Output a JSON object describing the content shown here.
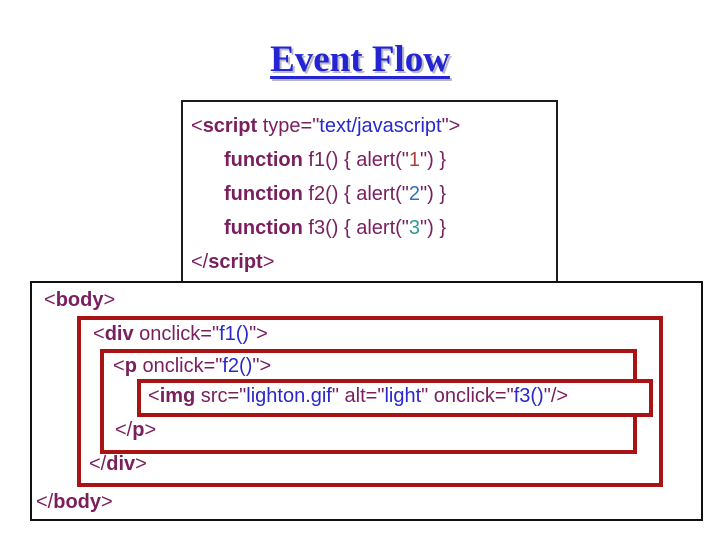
{
  "slide": {
    "title": "Event Flow"
  },
  "colors": {
    "title": "#2424d2",
    "code-tag": "#7a1f5e",
    "code-value": "#2828cc",
    "alert-1": "#b04040",
    "alert-2": "#2e6fc0",
    "alert-3": "#2e9b93",
    "nest-border": "#a81414"
  },
  "script_box": {
    "lines": [
      [
        [
          "m",
          "<"
        ],
        [
          "k",
          "script"
        ],
        [
          "m",
          " type=\""
        ],
        [
          "v",
          "text/javascript"
        ],
        [
          "m",
          "\">"
        ]
      ],
      [
        [
          "k",
          "function"
        ],
        [
          "m",
          " f1() { alert(\""
        ],
        [
          "n1",
          "1"
        ],
        [
          "m",
          "\") }"
        ]
      ],
      [
        [
          "k",
          "function"
        ],
        [
          "m",
          " f2() { alert(\""
        ],
        [
          "n2",
          "2"
        ],
        [
          "m",
          "\") }"
        ]
      ],
      [
        [
          "k",
          "function"
        ],
        [
          "m",
          " f3() { alert(\""
        ],
        [
          "n3",
          "3"
        ],
        [
          "m",
          "\") }"
        ]
      ],
      [
        [
          "m",
          "</"
        ],
        [
          "k",
          "script"
        ],
        [
          "m",
          ">"
        ]
      ]
    ]
  },
  "body_box": {
    "open_tokens": [
      [
        "m",
        "<"
      ],
      [
        "k",
        "body"
      ],
      [
        "m",
        ">"
      ]
    ],
    "close_tokens": [
      [
        "m",
        "</"
      ],
      [
        "k",
        "body"
      ],
      [
        "m",
        ">"
      ]
    ],
    "div": {
      "open_tokens": [
        [
          "m",
          "<"
        ],
        [
          "k",
          "div"
        ],
        [
          "m",
          " onclick=\""
        ],
        [
          "v",
          "f1()"
        ],
        [
          "m",
          "\">"
        ]
      ],
      "close_tokens": [
        [
          "m",
          "</"
        ],
        [
          "k",
          "div"
        ],
        [
          "m",
          ">"
        ]
      ],
      "p": {
        "open_tokens": [
          [
            "m",
            "<"
          ],
          [
            "k",
            "p"
          ],
          [
            "m",
            " onclick=\""
          ],
          [
            "v",
            "f2()"
          ],
          [
            "m",
            "\">"
          ]
        ],
        "close_tokens": [
          [
            "m",
            "</"
          ],
          [
            "k",
            "p"
          ],
          [
            "m",
            ">"
          ]
        ],
        "img": {
          "tokens": [
            [
              "m",
              "<"
            ],
            [
              "k",
              "img"
            ],
            [
              "m",
              " src=\""
            ],
            [
              "v",
              "lighton.gif"
            ],
            [
              "m",
              "\" alt=\""
            ],
            [
              "v",
              "light"
            ],
            [
              "m",
              "\" onclick=\""
            ],
            [
              "v",
              "f3()"
            ],
            [
              "m",
              "\"/>"
            ]
          ]
        }
      }
    }
  }
}
